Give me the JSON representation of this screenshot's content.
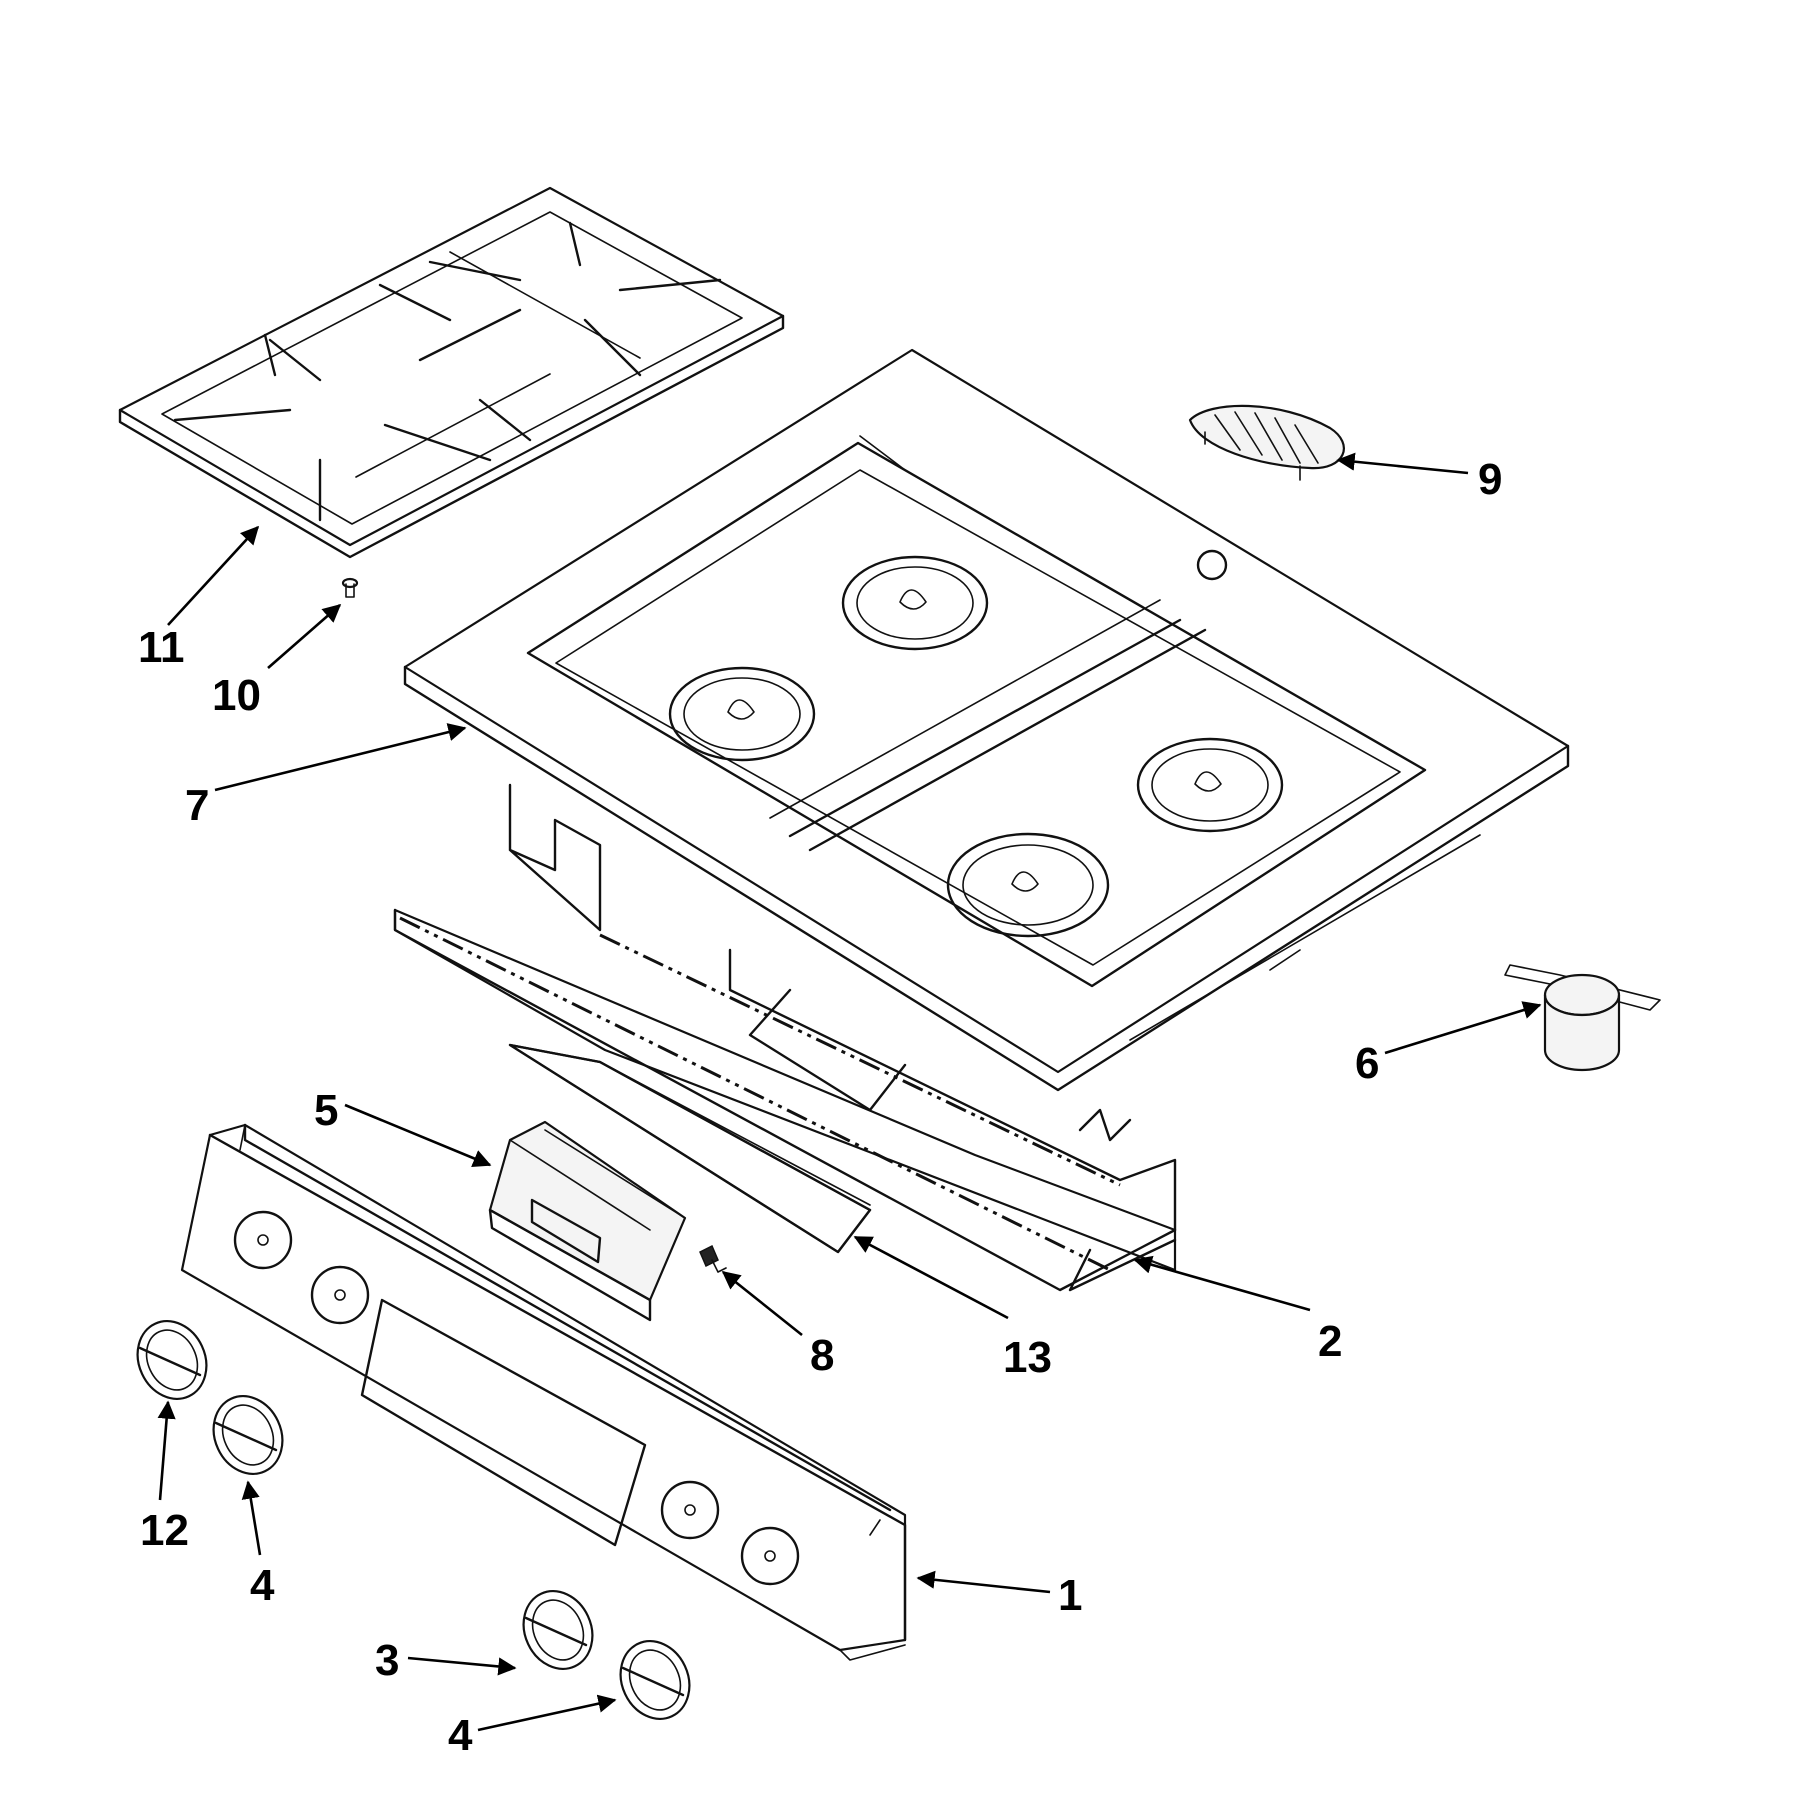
{
  "callouts": [
    {
      "id": "1",
      "label": "1"
    },
    {
      "id": "2",
      "label": "2"
    },
    {
      "id": "3",
      "label": "3"
    },
    {
      "id": "4a",
      "label": "4"
    },
    {
      "id": "4b",
      "label": "4"
    },
    {
      "id": "5",
      "label": "5"
    },
    {
      "id": "6",
      "label": "6"
    },
    {
      "id": "7",
      "label": "7"
    },
    {
      "id": "8",
      "label": "8"
    },
    {
      "id": "9",
      "label": "9"
    },
    {
      "id": "10",
      "label": "10"
    },
    {
      "id": "11",
      "label": "11"
    },
    {
      "id": "12",
      "label": "12"
    },
    {
      "id": "13",
      "label": "13"
    }
  ]
}
